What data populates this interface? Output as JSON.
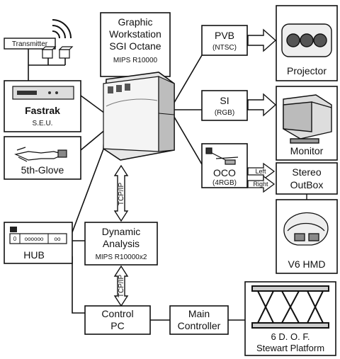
{
  "workstation": {
    "line1": "Graphic",
    "line2": "Workstation",
    "line3": "SGI Octane",
    "line4": "MIPS R10000"
  },
  "transmitter": {
    "label": "Transmitter"
  },
  "fastrak": {
    "line1": "Fastrak",
    "line2": "S.E.U."
  },
  "glove": {
    "label": "5th-Glove"
  },
  "hub": {
    "label": "HUB",
    "ports": [
      "0",
      "oooooo",
      "oo"
    ]
  },
  "dynamic": {
    "line1": "Dynamic",
    "line2": "Analysis",
    "line3": "MIPS R10000x2"
  },
  "control": {
    "line1": "Control",
    "line2": "PC"
  },
  "main_controller": {
    "line1": "Main",
    "line2": "Controller"
  },
  "pvb": {
    "title": "PVB",
    "sub": "(NTSC)"
  },
  "si": {
    "title": "SI",
    "sub": "(RGB)"
  },
  "oco": {
    "title": "OCO",
    "sub": "(4RGB)"
  },
  "projector": {
    "label": "Projector"
  },
  "monitor": {
    "label": "Monitor"
  },
  "stereo": {
    "line1": "Stereo",
    "line2": "OutBox",
    "left": "Left",
    "right": "Right"
  },
  "hmd": {
    "label": "V6 HMD"
  },
  "platform": {
    "line1": "6 D. O. F.",
    "line2": "Stewart Platform"
  },
  "links": {
    "tcpip_top": "TCP/IP",
    "tcpip_bottom": "TCP/IP"
  }
}
